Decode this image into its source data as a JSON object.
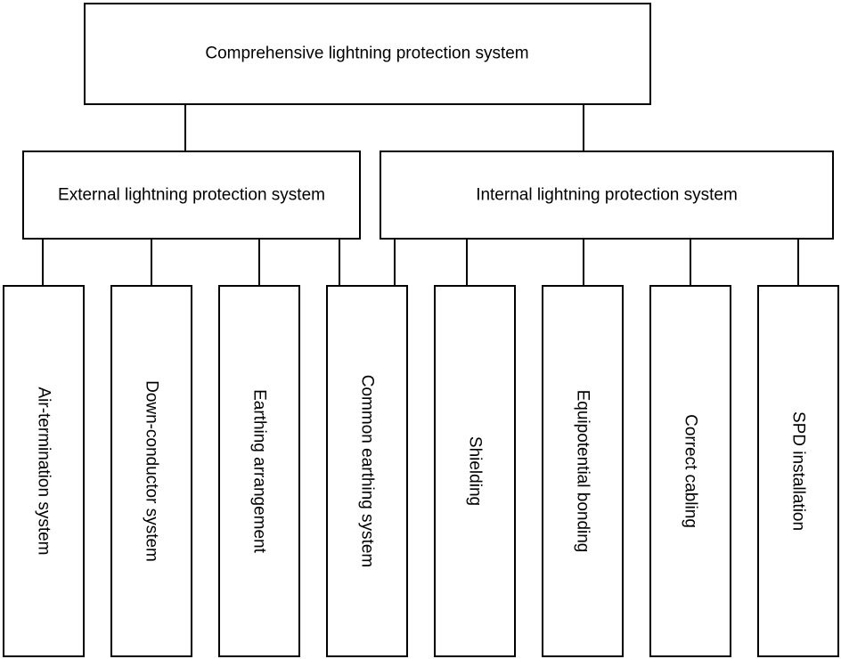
{
  "root": {
    "label": "Comprehensive lightning protection system"
  },
  "groups": [
    {
      "label": "External lightning protection system",
      "children": [
        "Air-termination system",
        "Down-conductor system",
        "Earthing arrangement",
        "Common earthing system"
      ]
    },
    {
      "label": "Internal lightning protection system",
      "children": [
        "Common earthing system",
        "Shielding",
        "Equipotential bonding",
        "Correct cabling",
        "SPD installation"
      ]
    }
  ],
  "leaves": [
    "Air-termination system",
    "Down-conductor system",
    "Earthing arrangement",
    "Common earthing system",
    "Shielding",
    "Equipotential bonding",
    "Correct cabling",
    "SPD installation"
  ]
}
